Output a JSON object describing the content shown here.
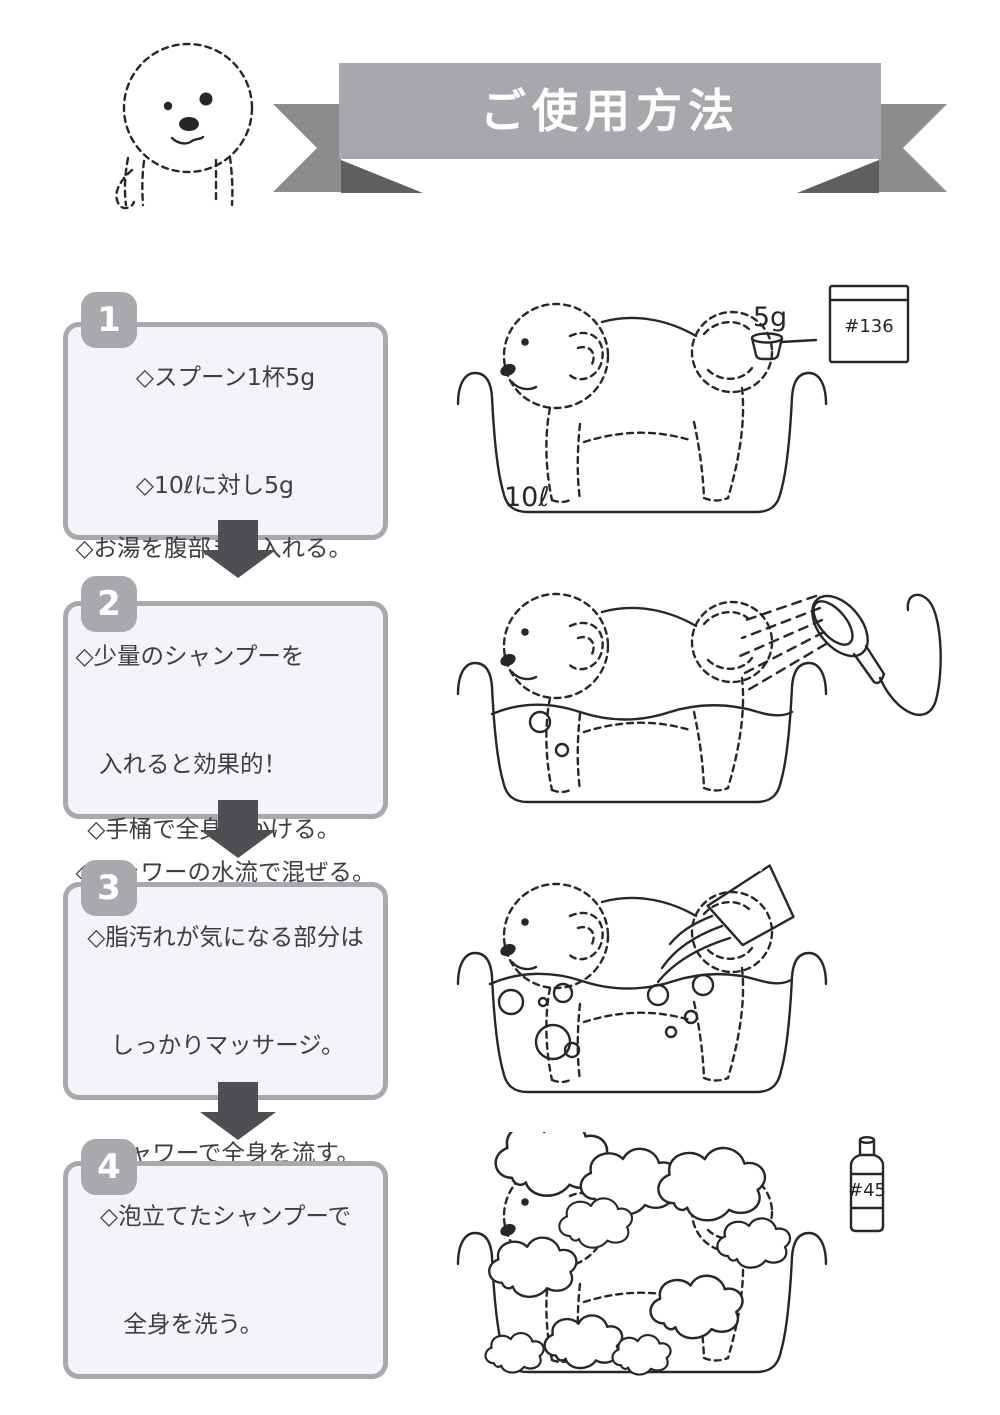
{
  "document": {
    "background": "#ffffff"
  },
  "banner": {
    "title": "ご使用方法",
    "band_color": "#a6a8ab",
    "tail_color": "#8a8c8e",
    "fold_color": "#5d5f61",
    "title_color": "#ffffff"
  },
  "palette": {
    "box_border": "#a7a9ac",
    "box_fill": "#f2f4f7",
    "badge_fill": "#a7a9ac",
    "arrow_fill": "#4d4f52",
    "line_art": "#2a2628",
    "text": "#3d3e40"
  },
  "steps": [
    {
      "number": "1",
      "lines": [
        "◇スプーン1杯5g",
        "◇10ℓに対し5g"
      ],
      "labels": {
        "tub_volume": "10ℓ",
        "spoon_amount": "5g",
        "packet": "#136"
      }
    },
    {
      "number": "2",
      "lines": [
        "◇お湯を腹部まで入れる。",
        "◇少量のシャンプーを",
        "　入れると効果的！",
        "◇シャワーの水流で混ぜる。"
      ]
    },
    {
      "number": "3",
      "lines": [
        "◇手桶で全身にかける。",
        "◇脂汚れが気になる部分は",
        "　しっかりマッサージ。",
        "◇シャワーで全身を流す。"
      ]
    },
    {
      "number": "4",
      "lines": [
        "◇泡立てたシャンプーで",
        "　全身を洗う。"
      ],
      "labels": {
        "bottle": "#45"
      }
    }
  ]
}
